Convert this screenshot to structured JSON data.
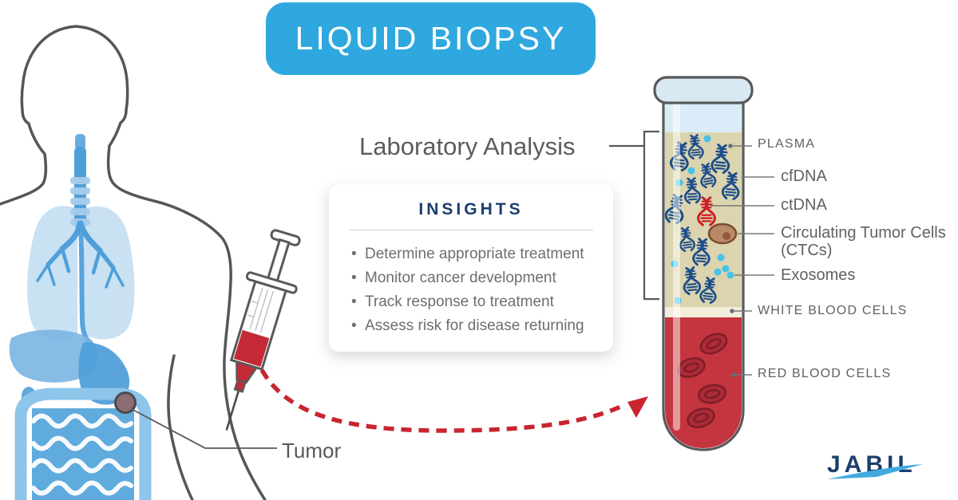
{
  "banner": {
    "title": "LIQUID BIOPSY"
  },
  "lab": {
    "heading": "Laboratory Analysis"
  },
  "insights": {
    "title": "INSIGHTS",
    "items": [
      "Determine appropriate treatment",
      "Monitor cancer development",
      "Track response to treatment",
      "Assess risk for disease returning"
    ]
  },
  "body_diagram": {
    "tumor_label": "Tumor"
  },
  "tube": {
    "labels": {
      "plasma": "PLASMA",
      "cfdna": "cfDNA",
      "ctdna": "ctDNA",
      "ctc_line1": "Circulating Tumor Cells",
      "ctc_line2": "(CTCs)",
      "exosomes": "Exosomes",
      "wbc": "WHITE BLOOD CELLS",
      "rbc": "RED BLOOD CELLS"
    }
  },
  "brand": {
    "name": "JABIL"
  },
  "colors": {
    "banner_blue": "#2fa8df",
    "navy": "#1b3e6b",
    "dna_blue": "#1d4e8c",
    "arrow_red": "#c9252f",
    "blood_red": "#c5353f",
    "plasma_tan": "#dbd4ae",
    "exosome_cyan": "#47c2ea",
    "organ_blue": "#4f9fd9",
    "lung_light_blue": "#c3def2",
    "text_gray": "#58595b"
  }
}
